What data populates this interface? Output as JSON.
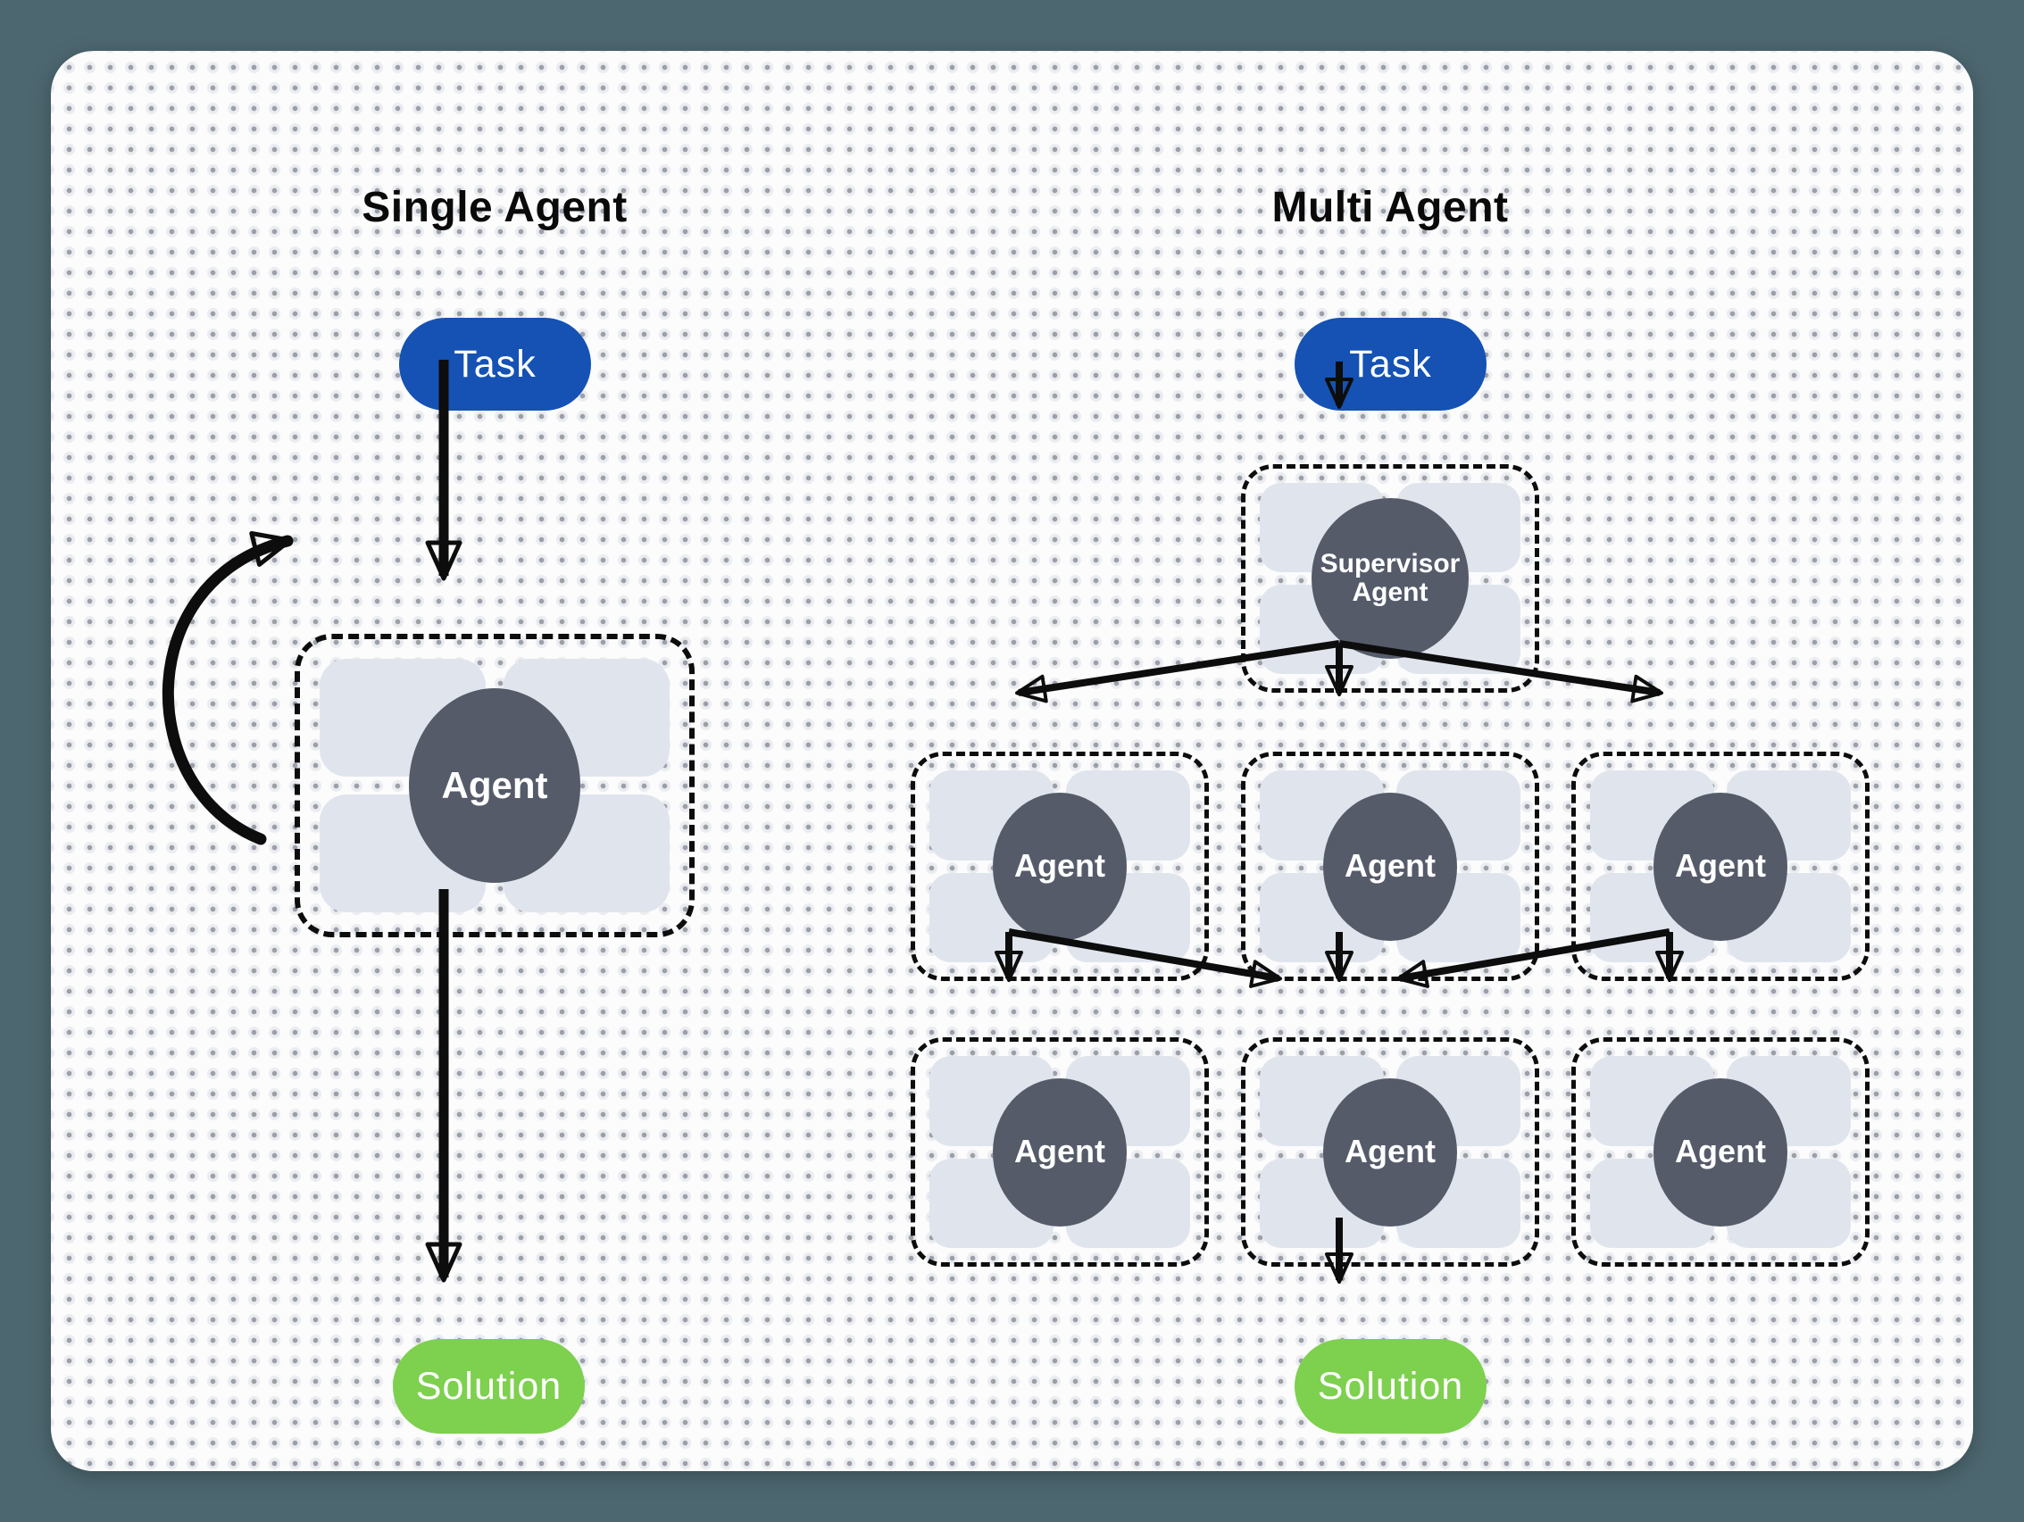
{
  "colors": {
    "outer_bg": "#4d6770",
    "card_bg": "#fcfcfd",
    "task_fill": "#1552b4",
    "solution_fill": "#7ed04f",
    "node_fill": "#555b69",
    "cell_fill": "#e0e5ed",
    "line": "#0d0d0d",
    "title_color": "#0a0a0a"
  },
  "single": {
    "title": "Single Agent",
    "task": "Task",
    "agent": "Agent",
    "solution": "Solution"
  },
  "multi": {
    "title": "Multi Agent",
    "task": "Task",
    "supervisor_line1": "Supervisor",
    "supervisor_line2": "Agent",
    "workers_row1": [
      {
        "label": "Agent"
      },
      {
        "label": "Agent"
      },
      {
        "label": "Agent"
      }
    ],
    "workers_row2": [
      {
        "label": "Agent"
      },
      {
        "label": "Agent"
      },
      {
        "label": "Agent"
      }
    ],
    "solution": "Solution"
  }
}
